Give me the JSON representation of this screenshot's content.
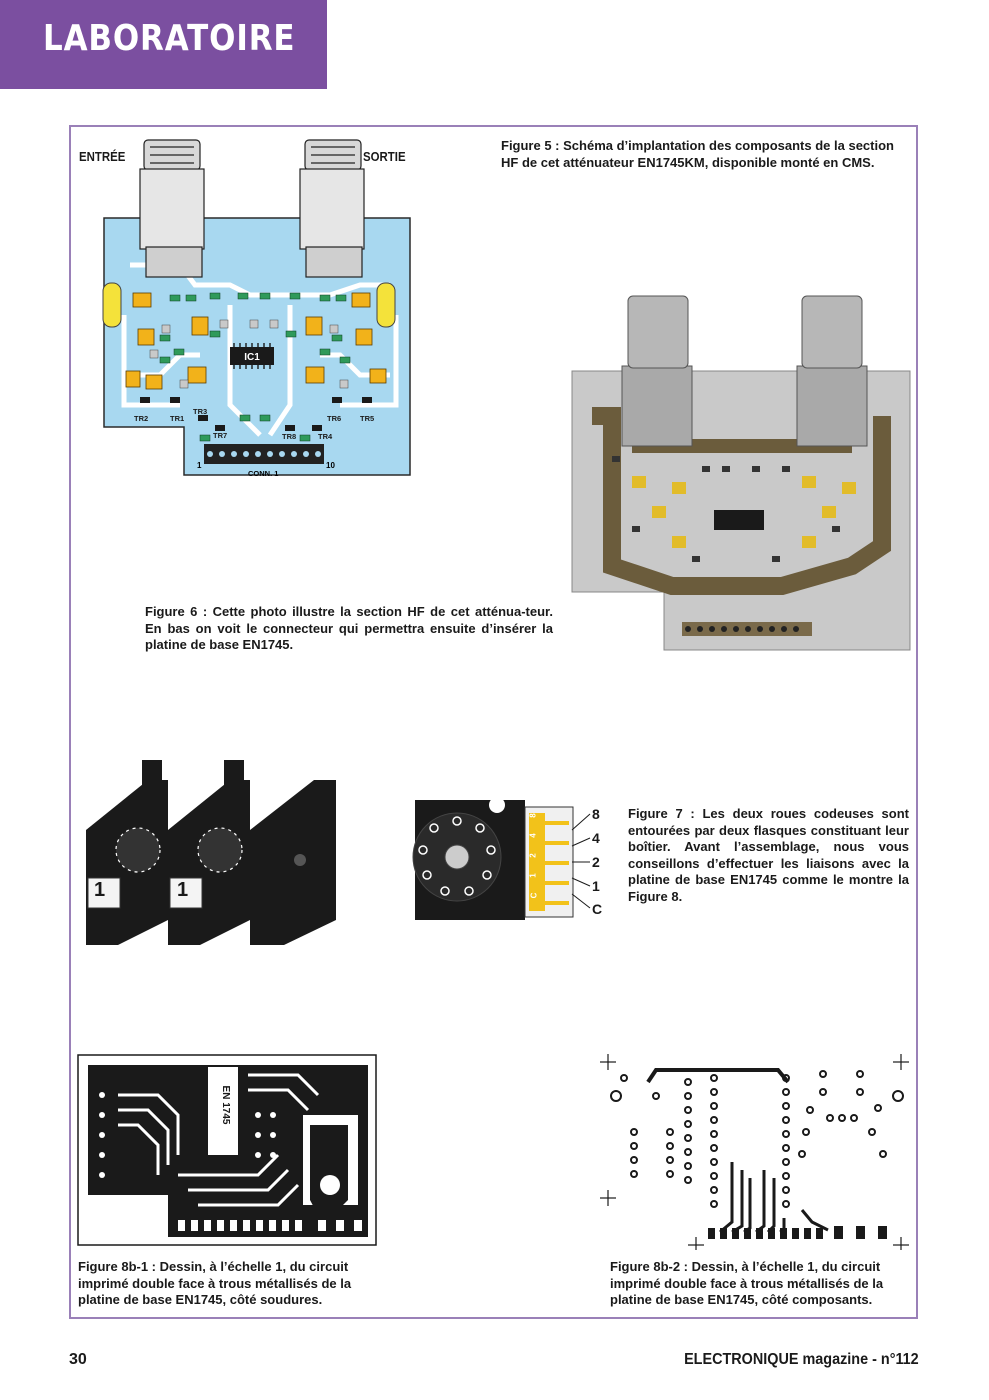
{
  "header": {
    "section": "LABORATOIRE"
  },
  "figure5": {
    "label_in": "ENTRÉE",
    "label_out": "SORTIE",
    "caption": "Figure 5 : Schéma d’implantation des composants de la section HF de cet atténuateur EN1745KM, disponible monté en CMS.",
    "ic_label": "IC1",
    "connector_label": "CONN. 1",
    "pin_first": "1",
    "pin_last": "10",
    "transistors": [
      "TR2",
      "TR1",
      "TR3",
      "TR7",
      "TR8",
      "TR4",
      "TR6",
      "TR5"
    ]
  },
  "figure6": {
    "caption": "Figure 6 : Cette photo illustre la section HF de cet atténua-teur. En bas on voit le connecteur qui permettra ensuite d’insérer la platine de base EN1745."
  },
  "figure7": {
    "caption": "Figure 7 : Les deux roues codeuses sont entourées par deux flasques constituant leur boîtier. Avant l’assemblage, nous vous conseillons d’effectuer les liaisons avec la platine de base EN1745 comme le montre la Figure 8.",
    "pin_labels": [
      "8",
      "4",
      "2",
      "1",
      "C"
    ],
    "tab_labels": [
      "8",
      "4",
      "2",
      "1",
      "C"
    ],
    "wheel_digit": "1"
  },
  "figure8b1": {
    "caption": "Figure 8b-1 : Dessin, à l’échelle 1, du circuit imprimé double face à trous métallisés de la platine de base EN1745, côté soudures.",
    "board_text": "EN 1745"
  },
  "figure8b2": {
    "caption": "Figure 8b-2 : Dessin, à l’échelle 1, du circuit imprimé double face à trous métallisés de la platine de base EN1745, côté  composants."
  },
  "footer": {
    "page_number": "30",
    "magazine_bold": "ELECTRONIQUE",
    "magazine_rest": " magazine - n°112"
  },
  "colors": {
    "section_purple": "#7b4fa0",
    "frame_border": "#9a80b8",
    "pcb_blue": "#a8d8f0",
    "photo_silver": "#c9c9c9",
    "connector_yellow": "#f2c21a"
  }
}
